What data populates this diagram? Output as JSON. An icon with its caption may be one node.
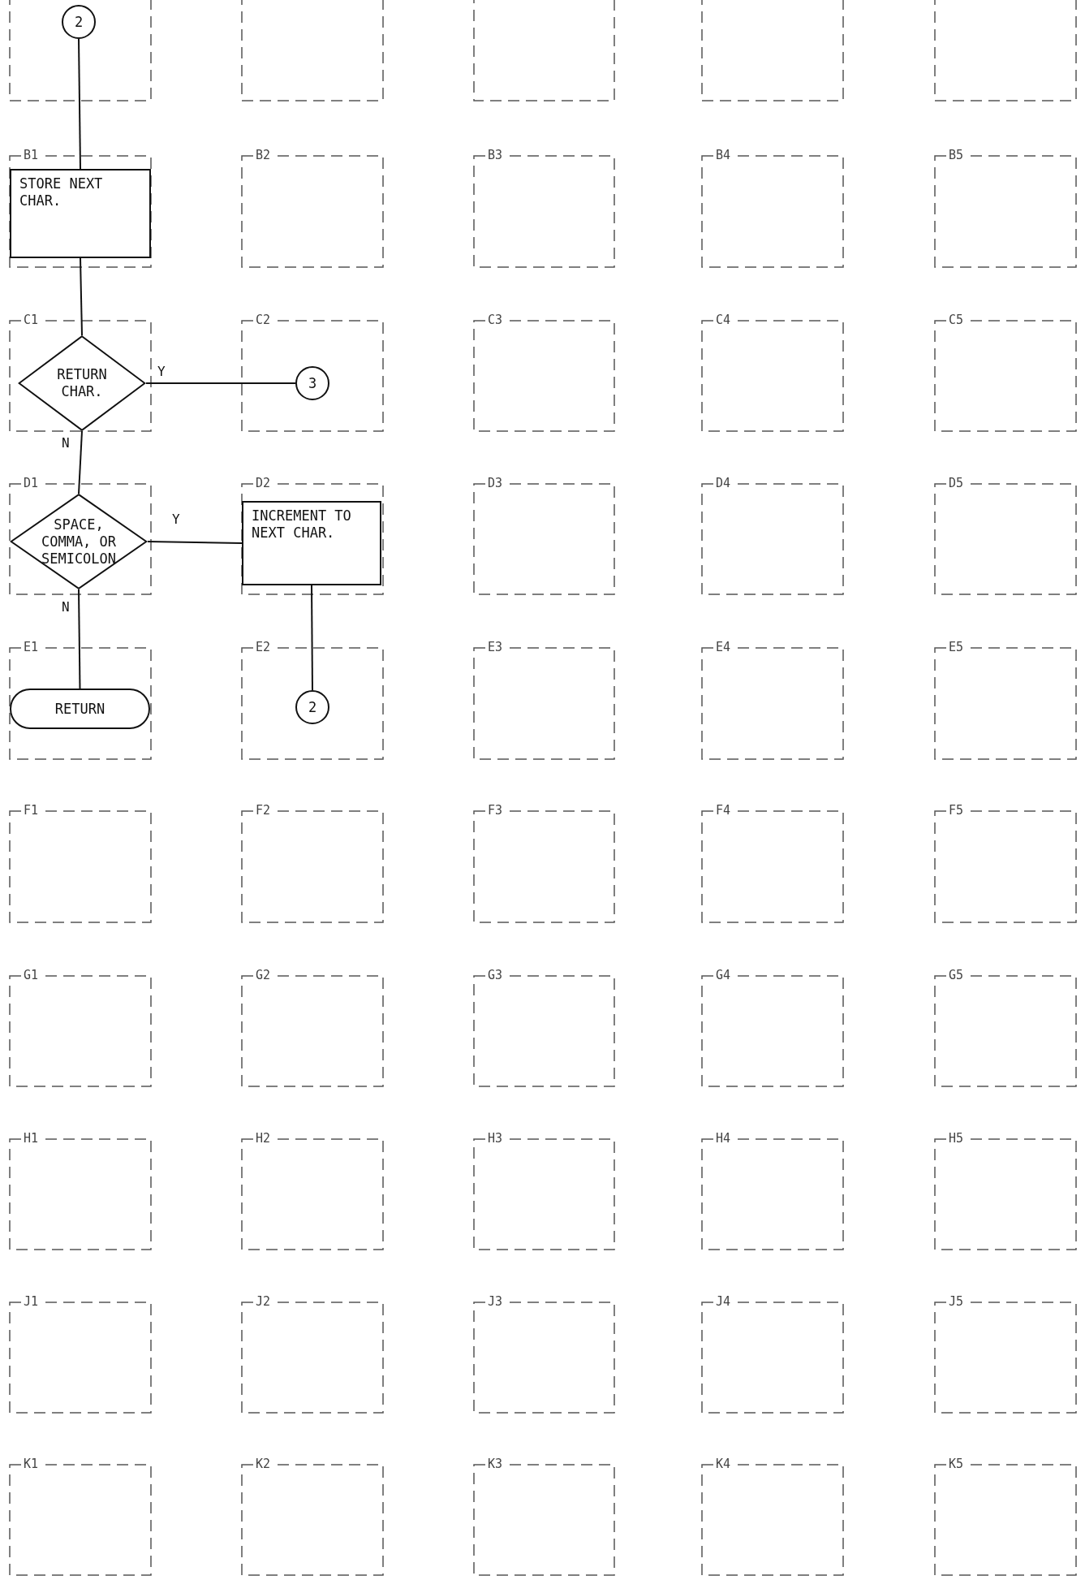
{
  "diagram": {
    "nodes": [
      {
        "text": [
          "2"
        ]
      },
      {
        "text": [
          "STORE NEXT CHAR."
        ]
      },
      {
        "text": [
          "RETURN CHAR."
        ]
      },
      {
        "text": [
          "3"
        ]
      },
      {
        "text": [
          "SPACE, COMMA, OR SEMICOLON"
        ]
      },
      {
        "text": [
          "INCREMENT TO NEXT CHAR."
        ]
      },
      {
        "text": [
          "RETURN"
        ]
      },
      {
        "text": [
          "2"
        ]
      }
    ],
    "edges": [
      {
        "from": 0,
        "to": 1,
        "arrow": "none"
      },
      {
        "from": 1,
        "to": 2,
        "arrow": "none"
      },
      {
        "from": 2,
        "to": 3,
        "label": "Y",
        "arrow": "none"
      },
      {
        "from": 2,
        "to": 4,
        "label": "N",
        "arrow": "none"
      },
      {
        "from": 4,
        "to": 5,
        "label": "Y",
        "arrow": "none"
      },
      {
        "from": 4,
        "to": 6,
        "label": "N",
        "arrow": "none"
      },
      {
        "from": 5,
        "to": 7,
        "arrow": "none"
      }
    ],
    "labels": [
      "B1",
      "B2",
      "B3",
      "B4",
      "B5",
      "C1",
      "C2",
      "C3",
      "C4",
      "C5",
      "D1",
      "D2",
      "D3",
      "D4",
      "D5",
      "E1",
      "E2",
      "E3",
      "E4",
      "E5",
      "F1",
      "F2",
      "F3",
      "F4",
      "F5",
      "G1",
      "G2",
      "G3",
      "G4",
      "G5",
      "H1",
      "H2",
      "H3",
      "H4",
      "H5",
      "J1",
      "J2",
      "J3",
      "J4",
      "J5",
      "K1",
      "K2",
      "K3",
      "K4",
      "K5"
    ]
  }
}
